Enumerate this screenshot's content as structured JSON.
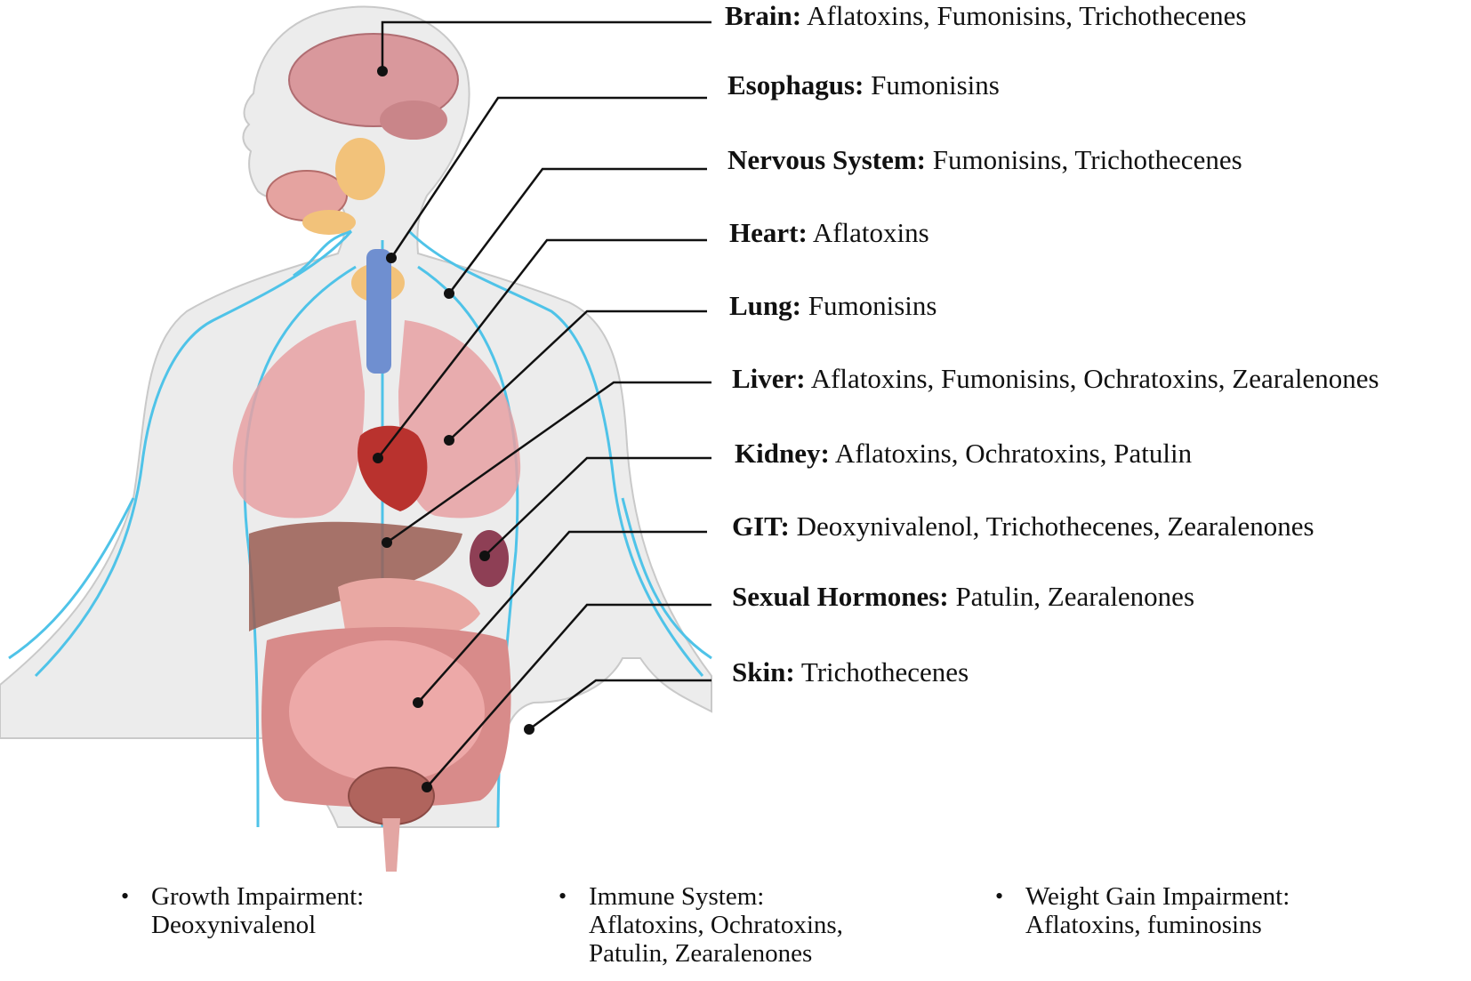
{
  "organs": [
    {
      "name": "Brain:",
      "toxins": "Aflatoxins, Fumonisins, Trichothecenes"
    },
    {
      "name": "Esophagus:",
      "toxins": "Fumonisins"
    },
    {
      "name": "Nervous System:",
      "toxins": "Fumonisins, Trichothecenes"
    },
    {
      "name": "Heart:",
      "toxins": "Aflatoxins"
    },
    {
      "name": "Lung:",
      "toxins": "Fumonisins"
    },
    {
      "name": "Liver:",
      "toxins": "Aflatoxins, Fumonisins, Ochratoxins, Zearalenones"
    },
    {
      "name": "Kidney:",
      "toxins": "Aflatoxins, Ochratoxins, Patulin"
    },
    {
      "name": "GIT:",
      "toxins": "Deoxynivalenol, Trichothecenes, Zearalenones"
    },
    {
      "name": "Sexual Hormones:",
      "toxins": "Patulin, Zearalenones"
    },
    {
      "name": "Skin:",
      "toxins": "Trichothecenes"
    }
  ],
  "effects": [
    {
      "bullet": "•",
      "lines": [
        "Growth Impairment:",
        "Deoxynivalenol"
      ]
    },
    {
      "bullet": "•",
      "lines": [
        "Immune System:",
        "Aflatoxins, Ochratoxins,",
        "Patulin, Zearalenones"
      ]
    },
    {
      "bullet": "•",
      "lines": [
        "Weight Gain Impairment:",
        "Aflatoxins, fuminosins"
      ]
    }
  ],
  "colors": {
    "skin_fill": "#ececec",
    "outline": "#c9c9c9",
    "nerves": "#4fc3e8",
    "organ_pink": "#e8a1a3",
    "brain": "#d9989c",
    "trachea": "#6f8fd0",
    "thyroid": "#f2c27a",
    "heart": "#b9322e",
    "liver": "#9a5d52",
    "kidney": "#8e3f55",
    "leader": "#111111"
  },
  "icons": [
    "human-torso-illustration"
  ]
}
